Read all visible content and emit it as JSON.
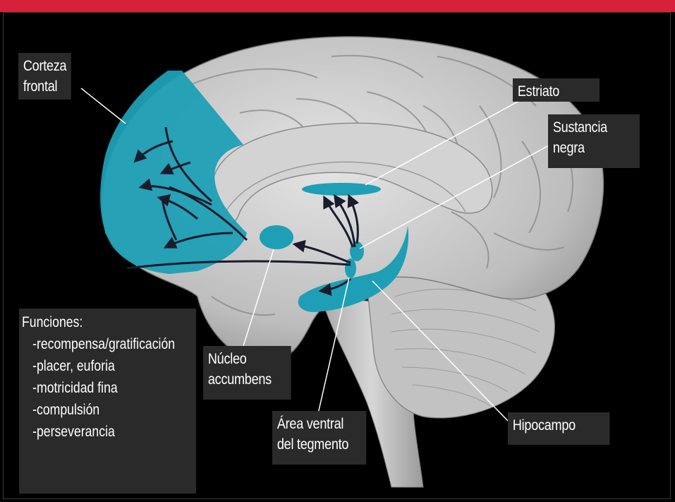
{
  "colors": {
    "accent_bar": "#d8203a",
    "highlight": "#1e9fb5",
    "brain": "#c9c9c9",
    "label_bg": "#2a2a2a",
    "arrows": "#1a1c2c"
  },
  "labels": {
    "corteza_l1": "Corteza",
    "corteza_l2": "frontal",
    "estriato": "Estriato",
    "sustancia_l1": "Sustancia",
    "sustancia_l2": "negra",
    "nucleo_l1": "Núcleo",
    "nucleo_l2": "accumbens",
    "area_l1": "Área ventral",
    "area_l2": "del tegmento",
    "hipocampo": "Hipocampo"
  },
  "functions": {
    "title": "Funciones:",
    "items": [
      "-recompensa/gratificación",
      "-placer, euforia",
      "-motricidad fina",
      "-compulsión",
      "-perseverancia"
    ]
  }
}
